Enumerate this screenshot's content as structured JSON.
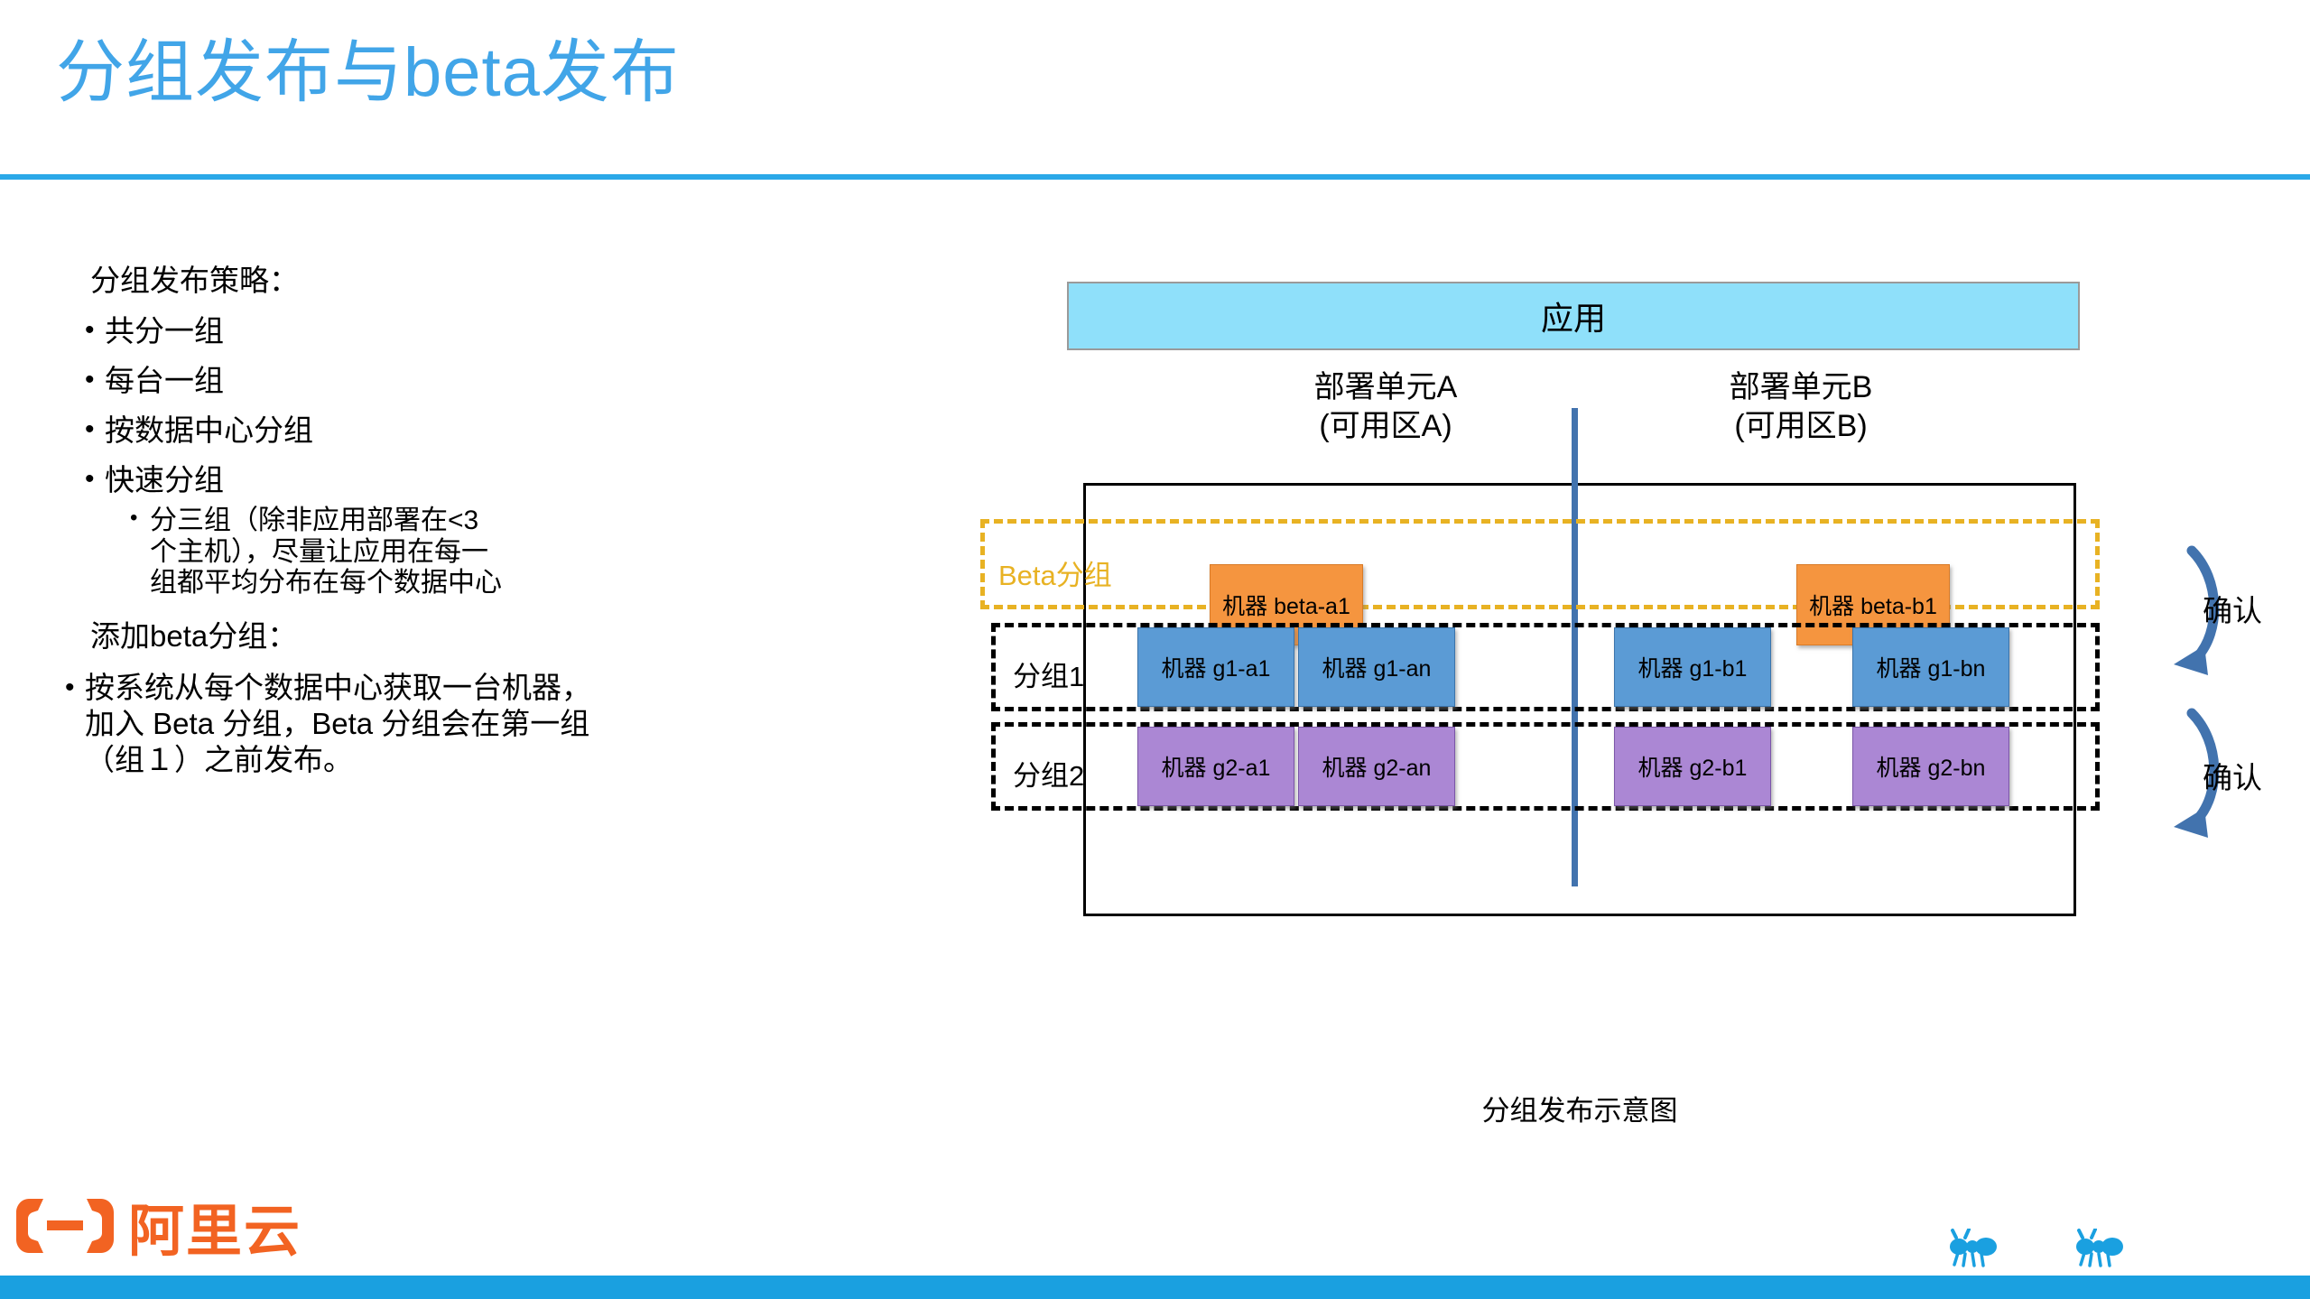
{
  "slide": {
    "title": "分组发布与beta发布",
    "accent_color": "#41a5e8",
    "rule_color": "#2aa8e8"
  },
  "left_content": {
    "heading1": "分组发布策略：",
    "bullets": [
      "共分一组",
      "每台一组",
      "按数据中心分组",
      "快速分组"
    ],
    "sub_bullet": "分三组（除非应用部署在<3个主机），尽量让应用在每一组都平均分布在每个数据中心",
    "heading2": "添加beta分组：",
    "bullet2": "按系统从每个数据中心获取一台机器，加入 Beta 分组，Beta 分组会在第一组（组１）之前发布。",
    "bullet_char": "•"
  },
  "diagram": {
    "app_box_label": "应用",
    "app_box_color": "#8fe0fa",
    "units": [
      {
        "name": "部署单元A",
        "zone": "(可用区A)"
      },
      {
        "name": "部署单元B",
        "zone": "(可用区B)"
      }
    ],
    "divider_color": "#4273ae",
    "bands": [
      {
        "label": "Beta分组",
        "label_color": "#e8b223",
        "border_color": "#e8b223",
        "machine_color": "#f5953f",
        "machines": [
          "机器 beta-a1",
          "机器 beta-b1"
        ]
      },
      {
        "label": "分组1",
        "label_color": "#000000",
        "border_color": "#000000",
        "machine_color": "#5b9bd5",
        "machines": [
          "机器 g1-a1",
          "机器 g1-an",
          "机器 g1-b1",
          "机器 g1-bn"
        ]
      },
      {
        "label": "分组2",
        "label_color": "#000000",
        "border_color": "#000000",
        "machine_color": "#ab87d4",
        "machines": [
          "机器 g2-a1",
          "机器 g2-an",
          "机器 g2-b1",
          "机器 g2-bn"
        ]
      }
    ],
    "arrow_labels": [
      "确认",
      "确认"
    ],
    "arrow_color": "#4273ae",
    "caption": "分组发布示意图"
  },
  "footer": {
    "logo_text": "阿里云",
    "logo_color": "#f26322",
    "bar_color": "#1aa0e0",
    "ant_color": "#1aa0e0"
  }
}
